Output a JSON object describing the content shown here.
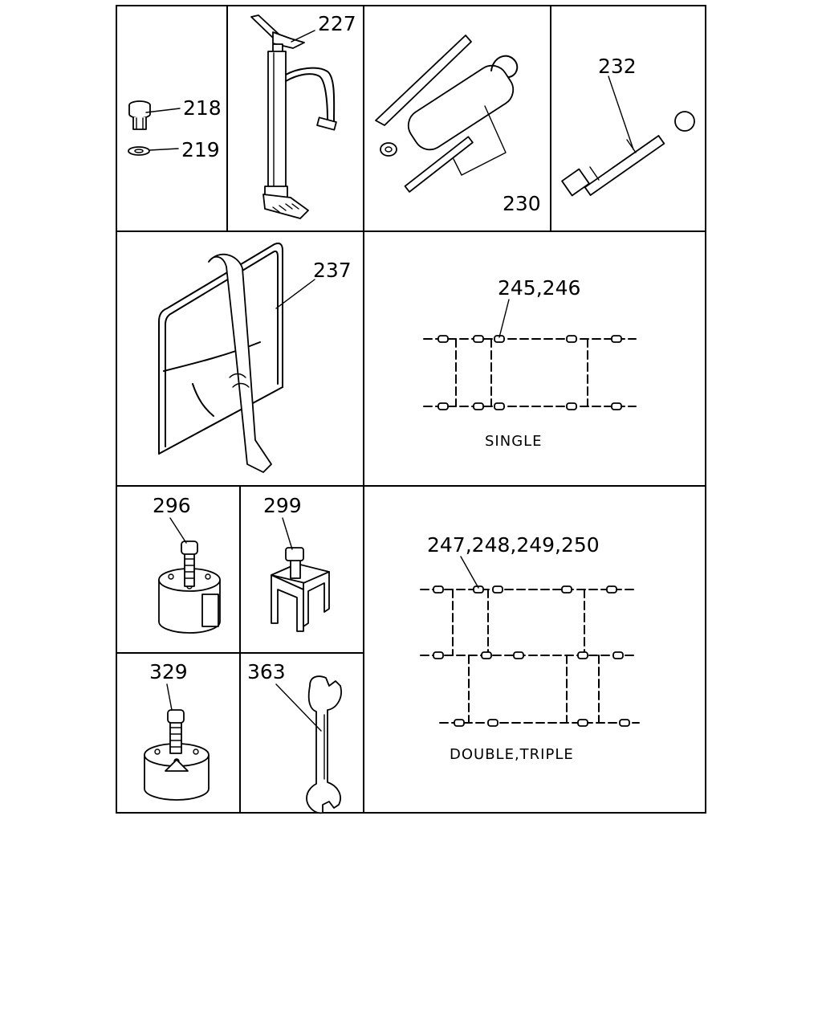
{
  "cells": [
    {
      "id": "cap-screws",
      "labels": [
        "218",
        "219"
      ]
    },
    {
      "id": "air-pump",
      "labels": [
        "227"
      ]
    },
    {
      "id": "grease-gun",
      "labels": [
        "230"
      ]
    },
    {
      "id": "lever",
      "labels": [
        "232"
      ]
    },
    {
      "id": "tool-bag",
      "labels": [
        "237"
      ]
    },
    {
      "id": "chain-single",
      "labels": [
        "245,246"
      ],
      "caption": "SINGLE"
    },
    {
      "id": "puller-296",
      "labels": [
        "296"
      ]
    },
    {
      "id": "puller-299",
      "labels": [
        "299"
      ]
    },
    {
      "id": "chain-double",
      "labels": [
        "247,248,249,250"
      ],
      "caption": "DOUBLE,TRIPLE"
    },
    {
      "id": "puller-329",
      "labels": [
        "329"
      ]
    },
    {
      "id": "wrench",
      "labels": [
        "363"
      ]
    }
  ]
}
